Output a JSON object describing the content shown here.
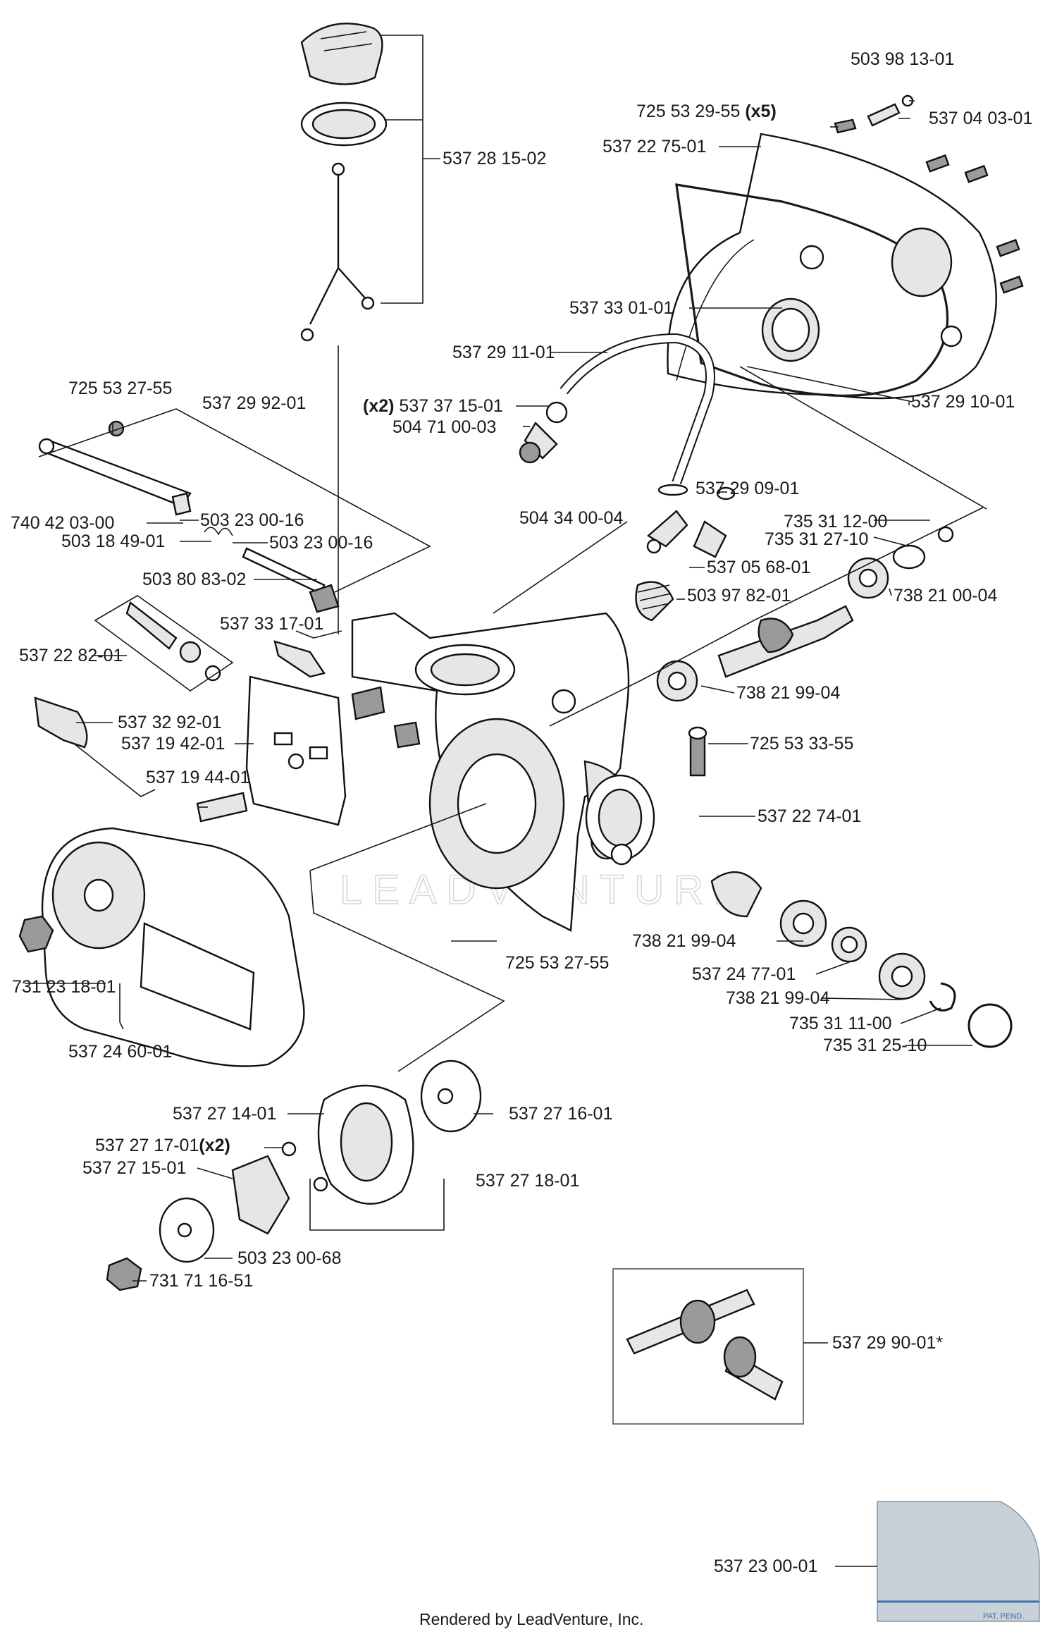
{
  "labels": {
    "p503981301": "503 98 13-01",
    "p725532955_part": "725 53 29-55",
    "p725532955_qty": "(x5)",
    "p537040301": "537 04 03-01",
    "p537227501": "537 22 75-01",
    "p537281502": "537 28 15-02",
    "p537330101": "537 33 01-01",
    "p537291101": "537 29 11-01",
    "p537371501_qty": "(x2)",
    "p537371501_part": "537 37 15-01",
    "p504710003": "504 71 00-03",
    "p537291001": "537 29 10-01",
    "p725532755_top": "725 53 27-55",
    "p537299201": "537 29 92-01",
    "p740420300": "740 42 03-00",
    "p503230016_a": "503 23 00-16",
    "p503184901": "503 18 49-01",
    "p503230016_b": "503 23 00-16",
    "p503808302": "503 80 83-02",
    "p537331701": "537 33 17-01",
    "p537228201": "537 22 82-01",
    "p537329201": "537 32 92-01",
    "p537194201": "537 19 42-01",
    "p537194401": "537 19 44-01",
    "p504340004": "504 34 00-04",
    "p537290901": "537 29 09-01",
    "p735311200": "735 31 12-00",
    "p735312710": "735 31 27-10",
    "p537056801": "537 05 68-01",
    "p503978201": "503 97 82-01",
    "p738210004": "738 21 00-04",
    "p738219904_a": "738 21 99-04",
    "p725533355": "725 53 33-55",
    "p537227401": "537 22 74-01",
    "p738219904_b": "738 21 99-04",
    "p725532755_mid": "725 53 27-55",
    "p537247701": "537 24 77-01",
    "p738219904_c": "738 21 99-04",
    "p735311100": "735 31 11-00",
    "p735312510": "735 31 25-10",
    "p731231801": "731 23 18-01",
    "p537246001": "537 24 60-01",
    "p537271401": "537 27 14-01",
    "p537271601": "537 27 16-01",
    "p537271701_part": "537 27 17-01",
    "p537271701_qty": "(x2)",
    "p537271501": "537 27 15-01",
    "p537271801": "537 27 18-01",
    "p503230068": "503 23 00-68",
    "p731711651": "731 71 16-51",
    "p537299001": "537 29 90-01*",
    "p537230001": "537 23 00-01"
  },
  "watermark": "LEADVENTURE",
  "footer": "Rendered by LeadVenture, Inc.",
  "decal_text": "PAT. PEND.",
  "colors": {
    "decal_fill": "#c8d0d8",
    "decal_line": "#3a6fb0",
    "ink": "#1a1a1a"
  }
}
